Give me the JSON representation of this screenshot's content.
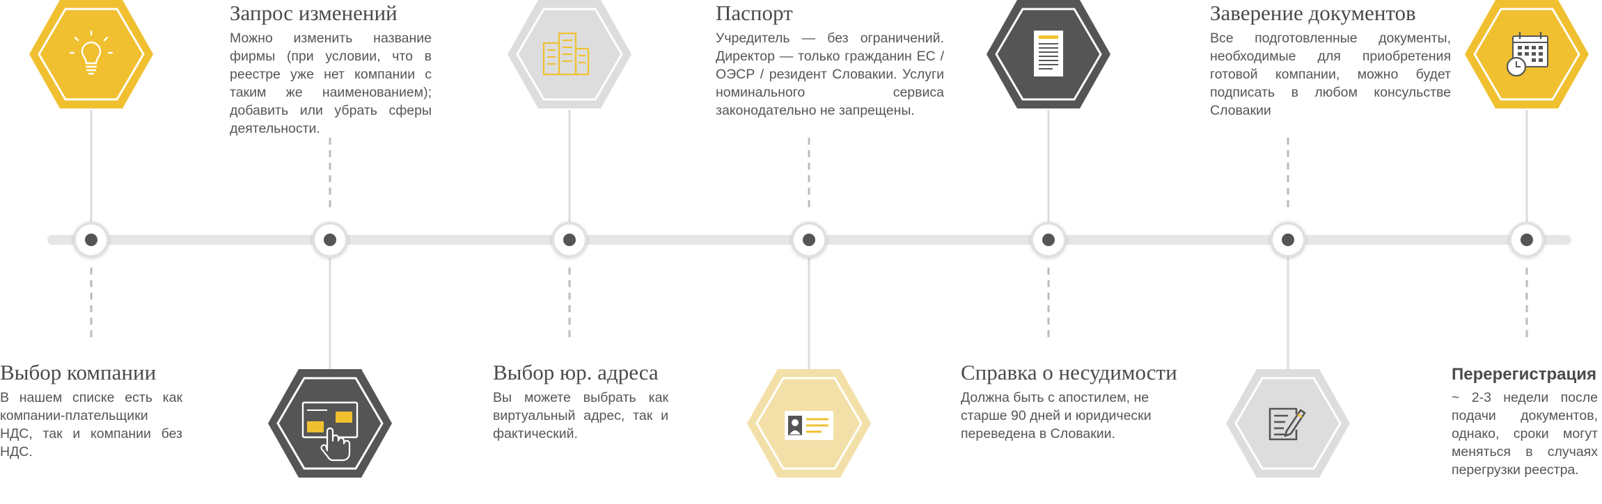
{
  "colors": {
    "yellow": "#F0C030",
    "light_yellow": "#F3E0A8",
    "dark": "#555555",
    "light_gray": "#DDDDDD",
    "track": "#E5E5E5",
    "connector": "#C8C8C8"
  },
  "steps": [
    {
      "title": "Выбор компании",
      "description": "В нашем списке есть как компании-плательщики НДС, так и компании без НДС.",
      "icon": "lightbulb-icon",
      "hex_style": "yellow"
    },
    {
      "title": "Запрос изменений",
      "description": "Можно изменить название фирмы (при условии, что в реестре уже нет компании с таким же наименованием); добавить или убрать сферы деятельности.",
      "icon": "touch-screen-icon",
      "hex_style": "dark"
    },
    {
      "title": "Выбор юр. адреса",
      "description": "Вы можете выбрать как виртуальный адрес, так и фактический.",
      "icon": "building-icon",
      "hex_style": "light_gray"
    },
    {
      "title": "Паспорт",
      "description": "Учредитель — без ограничений. Директор — только гражданин ЕС / ОЭСР / резидент Словакии. Услуги номинального сервиса законодательно не запрещены.",
      "icon": "id-card-icon",
      "hex_style": "light_yellow"
    },
    {
      "title": "Справка о несудимости",
      "description": "Должна быть с апостилем, не старше 90 дней и юридически переведена в Словакии.",
      "icon": "document-icon",
      "hex_style": "dark"
    },
    {
      "title": "Заверение документов",
      "description": "Все подготовленные документы, необходимые для приобретения готовой компании, можно будет подписать в любом консульстве Словакии",
      "icon": "edit-document-icon",
      "hex_style": "light_gray"
    },
    {
      "title": "Перерегистрация",
      "description": "~ 2-3 недели после подачи документов, однако, сроки могут меняться в случаях перегрузки реестра.",
      "icon": "calendar-clock-icon",
      "hex_style": "yellow"
    }
  ]
}
